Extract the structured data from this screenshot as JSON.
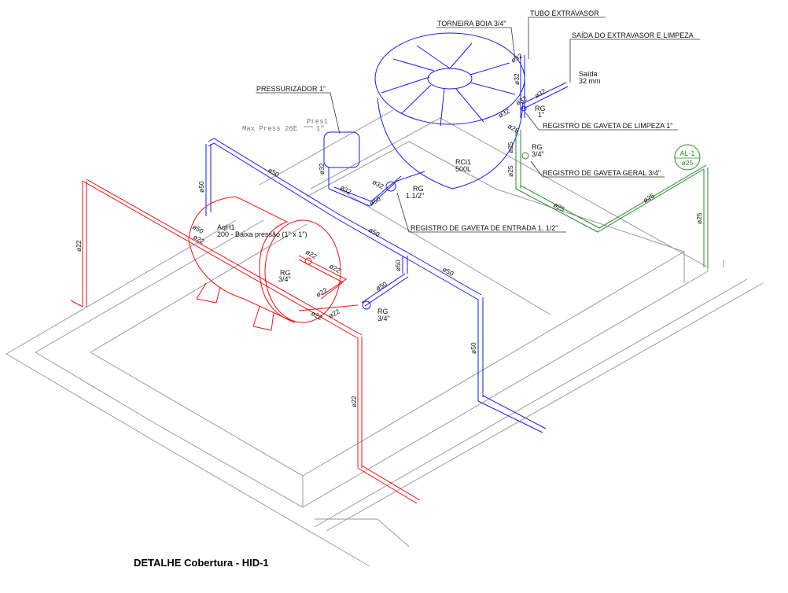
{
  "drawing": {
    "title": "DETALHE Cobertura - HID-1",
    "colors": {
      "cold_water": "#1a1aee",
      "hot_water": "#ee1111",
      "green_line": "#2a8a2a",
      "structure": "#9a9a9a"
    }
  },
  "callouts": {
    "torneira_boia": "TORNEIRA BOIA 3/4\"",
    "tubo_extravasor": "TUBO EXTRAVASOR",
    "saida_extravasor": "SAÍDA DO EXTRAVASOR E LIMPEZA",
    "pressurizador": "PRESSURIZADOR 1\"",
    "registro_limpeza": "REGISTRO DE GAVETA DE LIMPEZA 1\"",
    "registro_geral": "REGISTRO DE GAVETA GERAL 3/4\"",
    "registro_entrada": "REGISTRO DE GAVETA DE ENTRADA 1. 1/2\""
  },
  "annotations": {
    "saida_line1": "Saída",
    "saida_line2": "32 mm",
    "max_press": "Max Press 26E",
    "pres_top": "Pres1",
    "pres_bottom": "1\"",
    "tank_name": "RCi1",
    "tank_volume": "500L",
    "heater_name": "AqH1",
    "heater_desc": "200 - Baixa pressão (1\" x 1\")",
    "rg_1_a": "RG",
    "rg_1_b": "1\"",
    "rg_34_green_a": "RG",
    "rg_34_green_b": "3/4\"",
    "rg_112_a": "RG",
    "rg_112_b": "1.1/2\"",
    "rg_34_heater_a": "RG",
    "rg_34_heater_b": "3/4\"",
    "rg_34_blue_a": "RG",
    "rg_34_blue_b": "3/4\""
  },
  "al_badge": {
    "code": "AL-1",
    "diameter": "ø25"
  },
  "pipe_labels": {
    "d32": "ø32",
    "d50": "ø50",
    "d25": "ø25",
    "d22": "ø22"
  }
}
